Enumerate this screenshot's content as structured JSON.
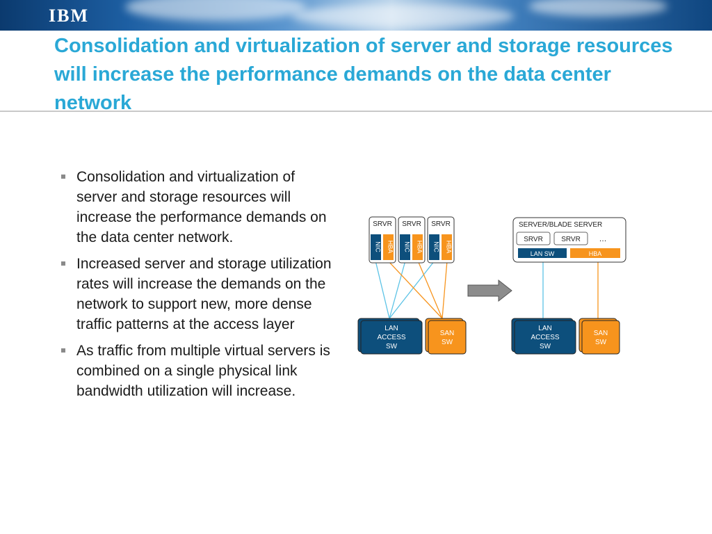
{
  "header": {
    "logo": "IBM",
    "title": "Consolidation and virtualization of server and storage resources will increase the performance demands on the data center network"
  },
  "bullets": [
    "Consolidation and virtualization of server and storage resources will increase the performance demands on the data center network.",
    "Increased server and storage utilization rates will increase the demands on the network to support new, more dense traffic patterns at the access layer",
    "As traffic from multiple virtual servers is combined on a single physical link bandwidth utilization will increase."
  ],
  "diagram": {
    "left": {
      "servers": [
        {
          "label": "SRVR",
          "nic": "NIC",
          "hba": "HBA"
        },
        {
          "label": "SRVR",
          "nic": "NIC",
          "hba": "HBA"
        },
        {
          "label": "SRVR",
          "nic": "NIC",
          "hba": "HBA"
        }
      ],
      "lan_switch": [
        "LAN",
        "ACCESS",
        "SW"
      ],
      "san_switch": [
        "SAN",
        "SW"
      ]
    },
    "right": {
      "blade_title": "SERVER/BLADE SERVER",
      "servers": [
        "SRVR",
        "SRVR"
      ],
      "ellipsis": "…",
      "lan_sw": "LAN SW",
      "hba": "HBA",
      "lan_switch": [
        "LAN",
        "ACCESS",
        "SW"
      ],
      "san_switch": [
        "SAN",
        "SW"
      ]
    },
    "colors": {
      "lan": "#0d4f7c",
      "san": "#f7941d",
      "lan_link": "#5cc3e6",
      "san_link": "#f7941d",
      "arrow": "#8c8c8c"
    }
  }
}
